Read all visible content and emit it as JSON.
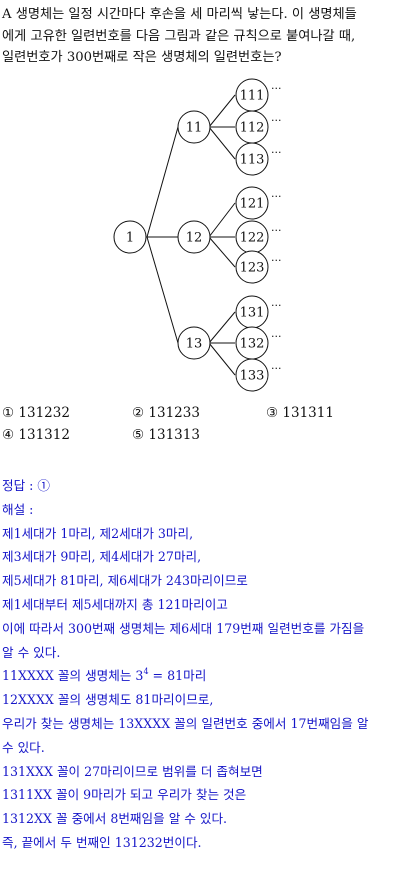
{
  "problem": {
    "lines": [
      "A 생명체는 일정 시간마다 후손을 세 마리씩 낳는다. 이 생명체들",
      "에게 고유한 일련번호를 다음 그림과 같은 규칙으로 붙여나갈 때,",
      "일련번호가 300번째로 작은 생명체의 일련번호는?"
    ]
  },
  "tree": {
    "root": "1",
    "level1": [
      "11",
      "12",
      "13"
    ],
    "level2": [
      [
        "111",
        "112",
        "113"
      ],
      [
        "121",
        "122",
        "123"
      ],
      [
        "131",
        "132",
        "133"
      ]
    ],
    "ellipsis": "···"
  },
  "choices": [
    {
      "num": "①",
      "value": "131232"
    },
    {
      "num": "②",
      "value": "131233"
    },
    {
      "num": "③",
      "value": "131311"
    },
    {
      "num": "④",
      "value": "131312"
    },
    {
      "num": "⑤",
      "value": "131313"
    }
  ],
  "solution": {
    "answer": "정답 : ①",
    "explanation_label": "해설 :",
    "lines": [
      "제1세대가 1마리, 제2세대가 3마리,",
      "제3세대가 9마리, 제4세대가 27마리,",
      "제5세대가 81마리, 제6세대가 243마리이므로",
      "제1세대부터 제5세대까지 총 121마리이고",
      "이에 따라서 300번째 생명체는 제6세대 179번째 일련번호를 가짐을",
      "알 수 있다."
    ],
    "power_line": {
      "pre": "11XXXX 꼴의 생명체는 3",
      "exp": "4",
      "post": " = 81마리"
    },
    "lines2": [
      "12XXXX 꼴의 생명체도 81마리이므로,",
      "우리가 찾는 생명체는 13XXXX 꼴의 일련번호 중에서 17번째임을 알",
      "수 있다.",
      "131XXX 꼴이 27마리이므로 범위를 더 좁혀보면",
      "1311XX 꼴이 9마리가 되고 우리가 찾는 것은",
      "1312XX 꼴 중에서 8번째임을 알 수 있다.",
      "즉, 끝에서 두 번째인 131232번이다."
    ]
  }
}
